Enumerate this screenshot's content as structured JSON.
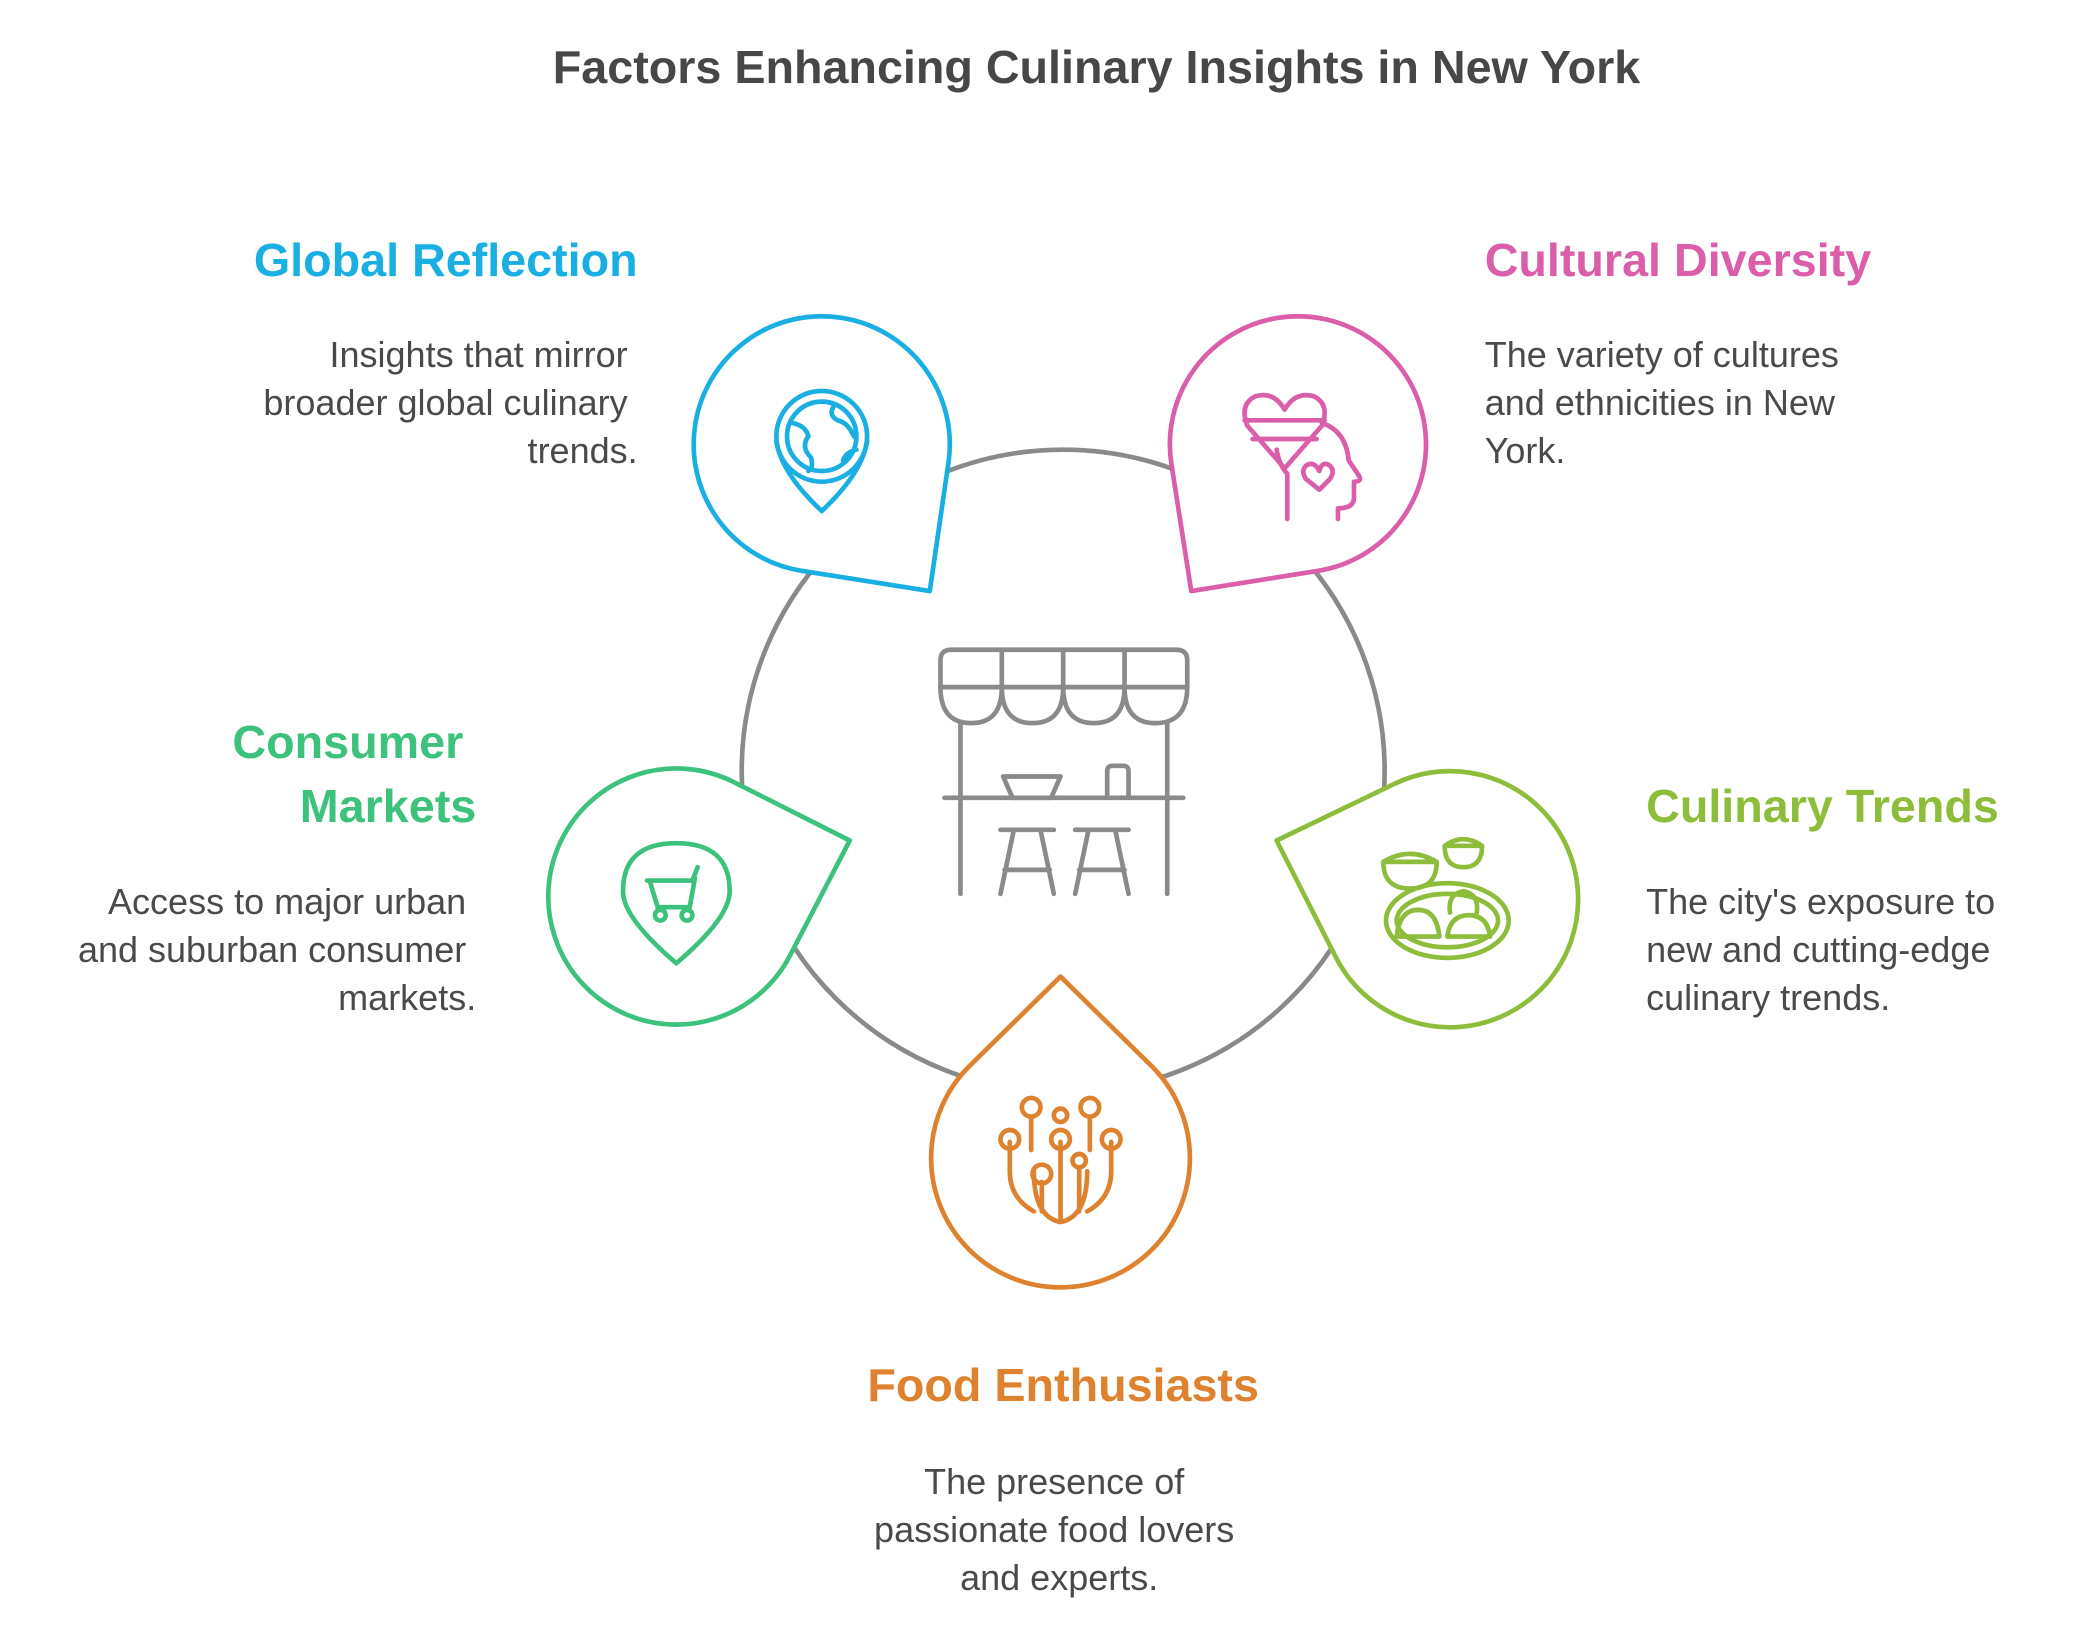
{
  "title": "Factors Enhancing Culinary Insights in New York",
  "colors": {
    "ring": "#8a8a8a",
    "global": "#1aafe3",
    "cultural": "#da5ea9",
    "consumer": "#3cc27c",
    "culinary": "#8dbd3a",
    "food": "#df822f",
    "text": "#4a4a4a"
  },
  "center_icon": "market-stall-icon",
  "factors": {
    "global": {
      "heading": [
        "Global Reflection"
      ],
      "description": [
        "Insights that mirror",
        "broader global culinary",
        "trends."
      ],
      "icon": "globe-pin-icon"
    },
    "cultural": {
      "heading": [
        "Cultural Diversity"
      ],
      "description": [
        "The variety of cultures",
        "and ethnicities in New",
        "York."
      ],
      "icon": "head-heart-icon"
    },
    "consumer": {
      "heading": [
        "Consumer",
        "Markets"
      ],
      "description": [
        "Access to major urban",
        "and suburban consumer",
        "markets."
      ],
      "icon": "cart-pin-icon"
    },
    "culinary": {
      "heading": [
        "Culinary Trends"
      ],
      "description": [
        "The city's exposure to",
        "new and cutting-edge",
        "culinary trends."
      ],
      "icon": "food-plate-icon"
    },
    "food": {
      "heading": [
        "Food Enthusiasts"
      ],
      "description": [
        "The presence of",
        "passionate food lovers",
        "and experts."
      ],
      "icon": "network-tree-icon"
    }
  }
}
